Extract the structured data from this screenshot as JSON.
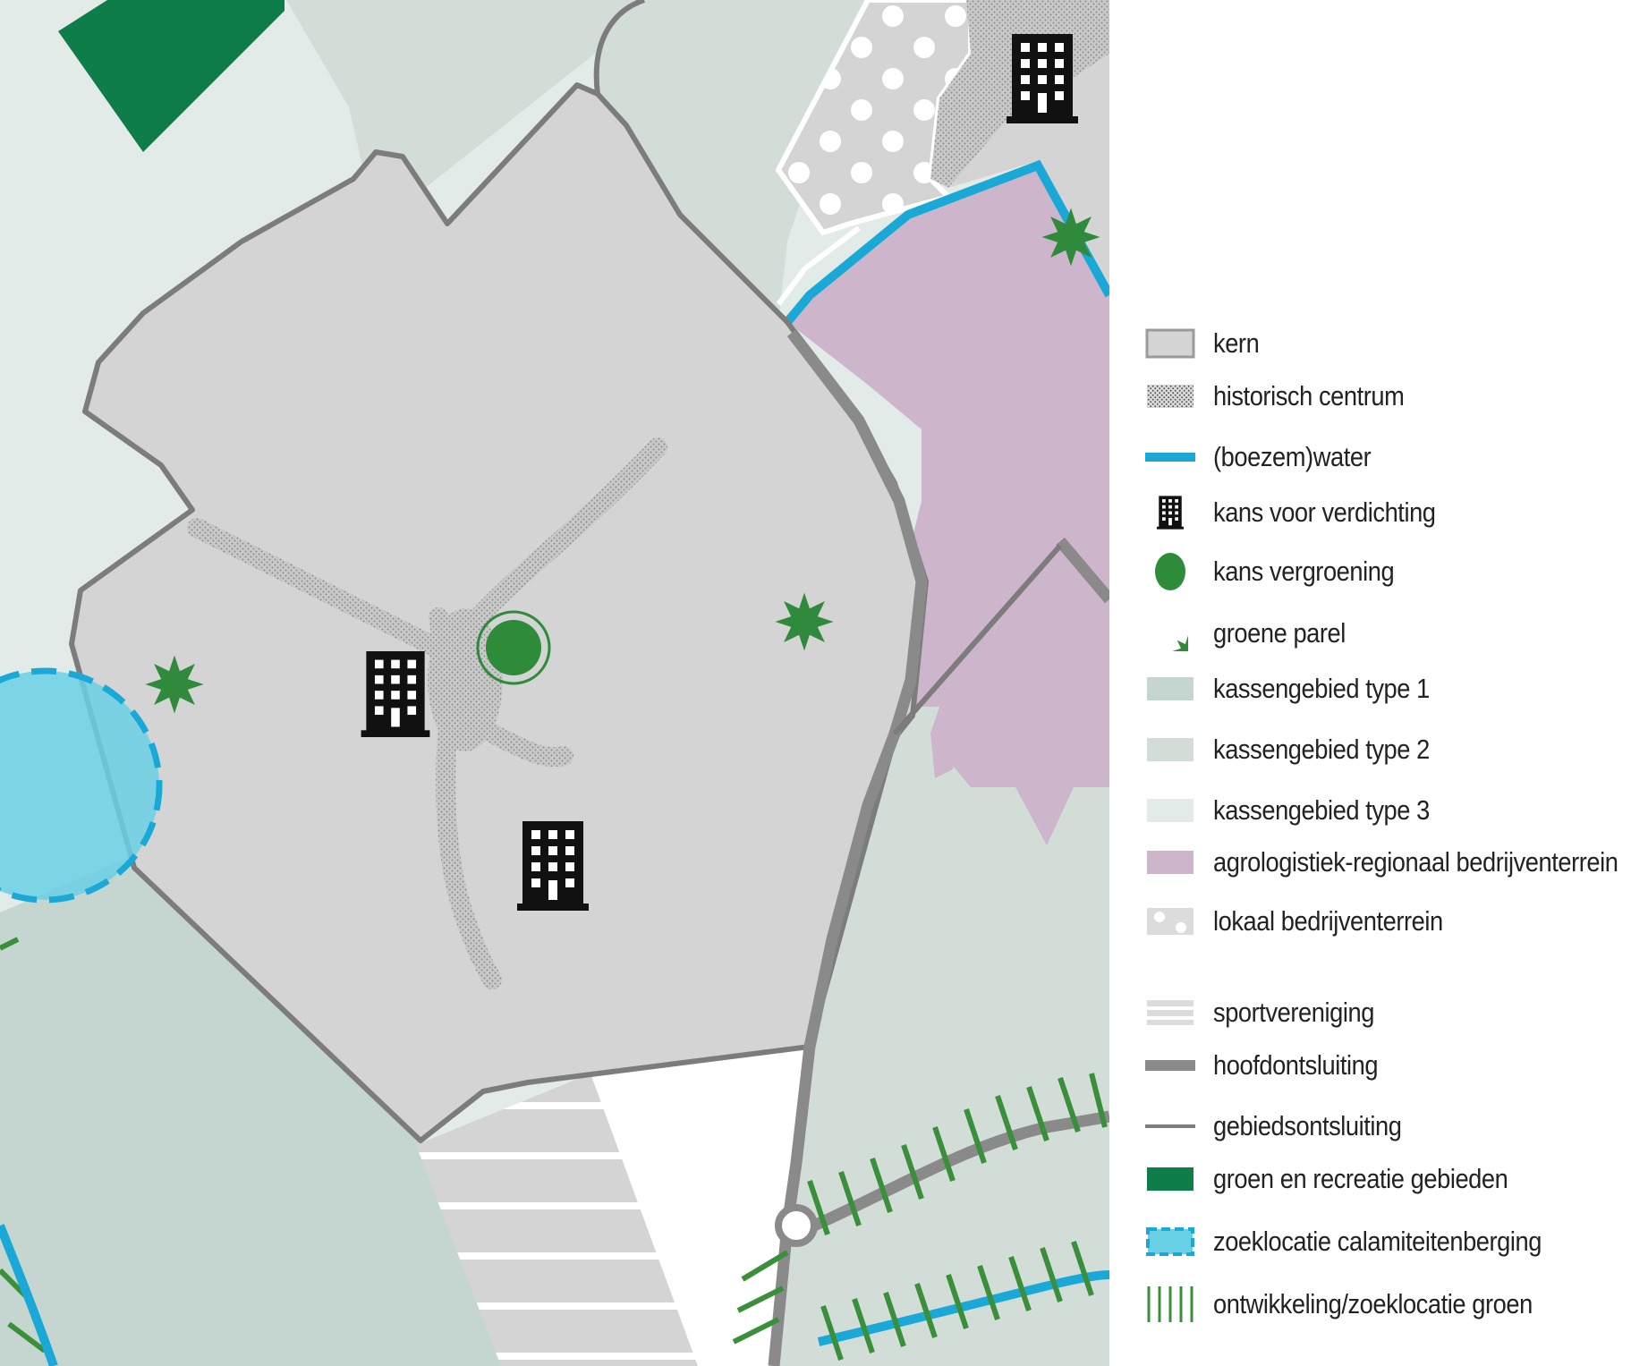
{
  "colors": {
    "kern": "#d4d4d4",
    "kern_border": "#7c7c7c",
    "historisch_centrum": "#b4b4b4",
    "water": "#1aa9d6",
    "kans_vergroening": "#2e8b3a",
    "groene_parel": "#2f8a3c",
    "kassengebied_type_1": "#c5d6d0",
    "kassengebied_type_2": "#d2ddd8",
    "kassengebied_type_3": "#e3ebe8",
    "agrologistiek": "#cdb5cc",
    "lokaal_bedrijventerrein": "#d4d4d4",
    "hoofdontsluiting": "#8a8a8a",
    "gebiedsontsluiting": "#7c7c7c",
    "groen_en_recreatie": "#0f7d4a",
    "calamiteitenberging": "#6ad0e6",
    "ontwikkeling_groen": "#3a8f3a",
    "building": "#111111"
  },
  "legend": {
    "items": [
      {
        "key": "kern",
        "icon": "kern-swatch",
        "label": "kern"
      },
      {
        "key": "historisch_centrum",
        "icon": "hatched-swatch",
        "label": "historisch centrum"
      },
      {
        "key": "water",
        "icon": "water-line-swatch",
        "label": "(boezem)water"
      },
      {
        "key": "verdichting",
        "icon": "building-icon",
        "label": "kans voor verdichting"
      },
      {
        "key": "vergroening",
        "icon": "green-dot-icon",
        "label": "kans vergroening"
      },
      {
        "key": "parel",
        "icon": "green-star-icon",
        "label": "groene parel"
      },
      {
        "key": "kas1",
        "icon": "kassengebied-type-1-swatch",
        "label": "kassengebied type 1"
      },
      {
        "key": "kas2",
        "icon": "kassengebied-type-2-swatch",
        "label": "kassengebied type 2"
      },
      {
        "key": "kas3",
        "icon": "kassengebied-type-3-swatch",
        "label": "kassengebied type 3"
      },
      {
        "key": "agro",
        "icon": "agrologistiek-swatch",
        "label": "agrologistiek-regionaal bedrijventerrein"
      },
      {
        "key": "lokaal",
        "icon": "dotted-swatch",
        "label": "lokaal bedrijventerrein"
      },
      {
        "key": "sport",
        "icon": "striped-swatch",
        "label": "sportvereniging"
      },
      {
        "key": "hoofd",
        "icon": "thick-road-swatch",
        "label": "hoofdontsluiting"
      },
      {
        "key": "gebied",
        "icon": "thin-road-swatch",
        "label": "gebiedsontsluiting"
      },
      {
        "key": "groen",
        "icon": "dark-green-swatch",
        "label": "groen en recreatie gebieden"
      },
      {
        "key": "calamiteit",
        "icon": "dashed-blue-swatch",
        "label": "zoeklocatie calamiteitenberging"
      },
      {
        "key": "ontwikkeling",
        "icon": "green-hatch-swatch",
        "label": "ontwikkeling/zoeklocatie groen"
      }
    ]
  }
}
